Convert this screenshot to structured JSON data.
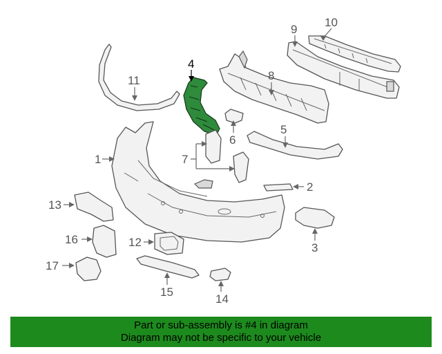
{
  "callouts": {
    "c1": "1",
    "c2": "2",
    "c3": "3",
    "c4": "4",
    "c5": "5",
    "c6": "6",
    "c7": "7",
    "c8": "8",
    "c9": "9",
    "c10": "10",
    "c11": "11",
    "c12": "12",
    "c13": "13",
    "c14": "14",
    "c15": "15",
    "c16": "16",
    "c17": "17"
  },
  "highlighted_part": "4",
  "colors": {
    "highlight": "#2e8b3c",
    "banner": "#1d8a1d"
  },
  "footer": {
    "line1": "Part or sub-assembly is #4 in diagram",
    "line2": "Diagram may not be specific to your vehicle"
  }
}
